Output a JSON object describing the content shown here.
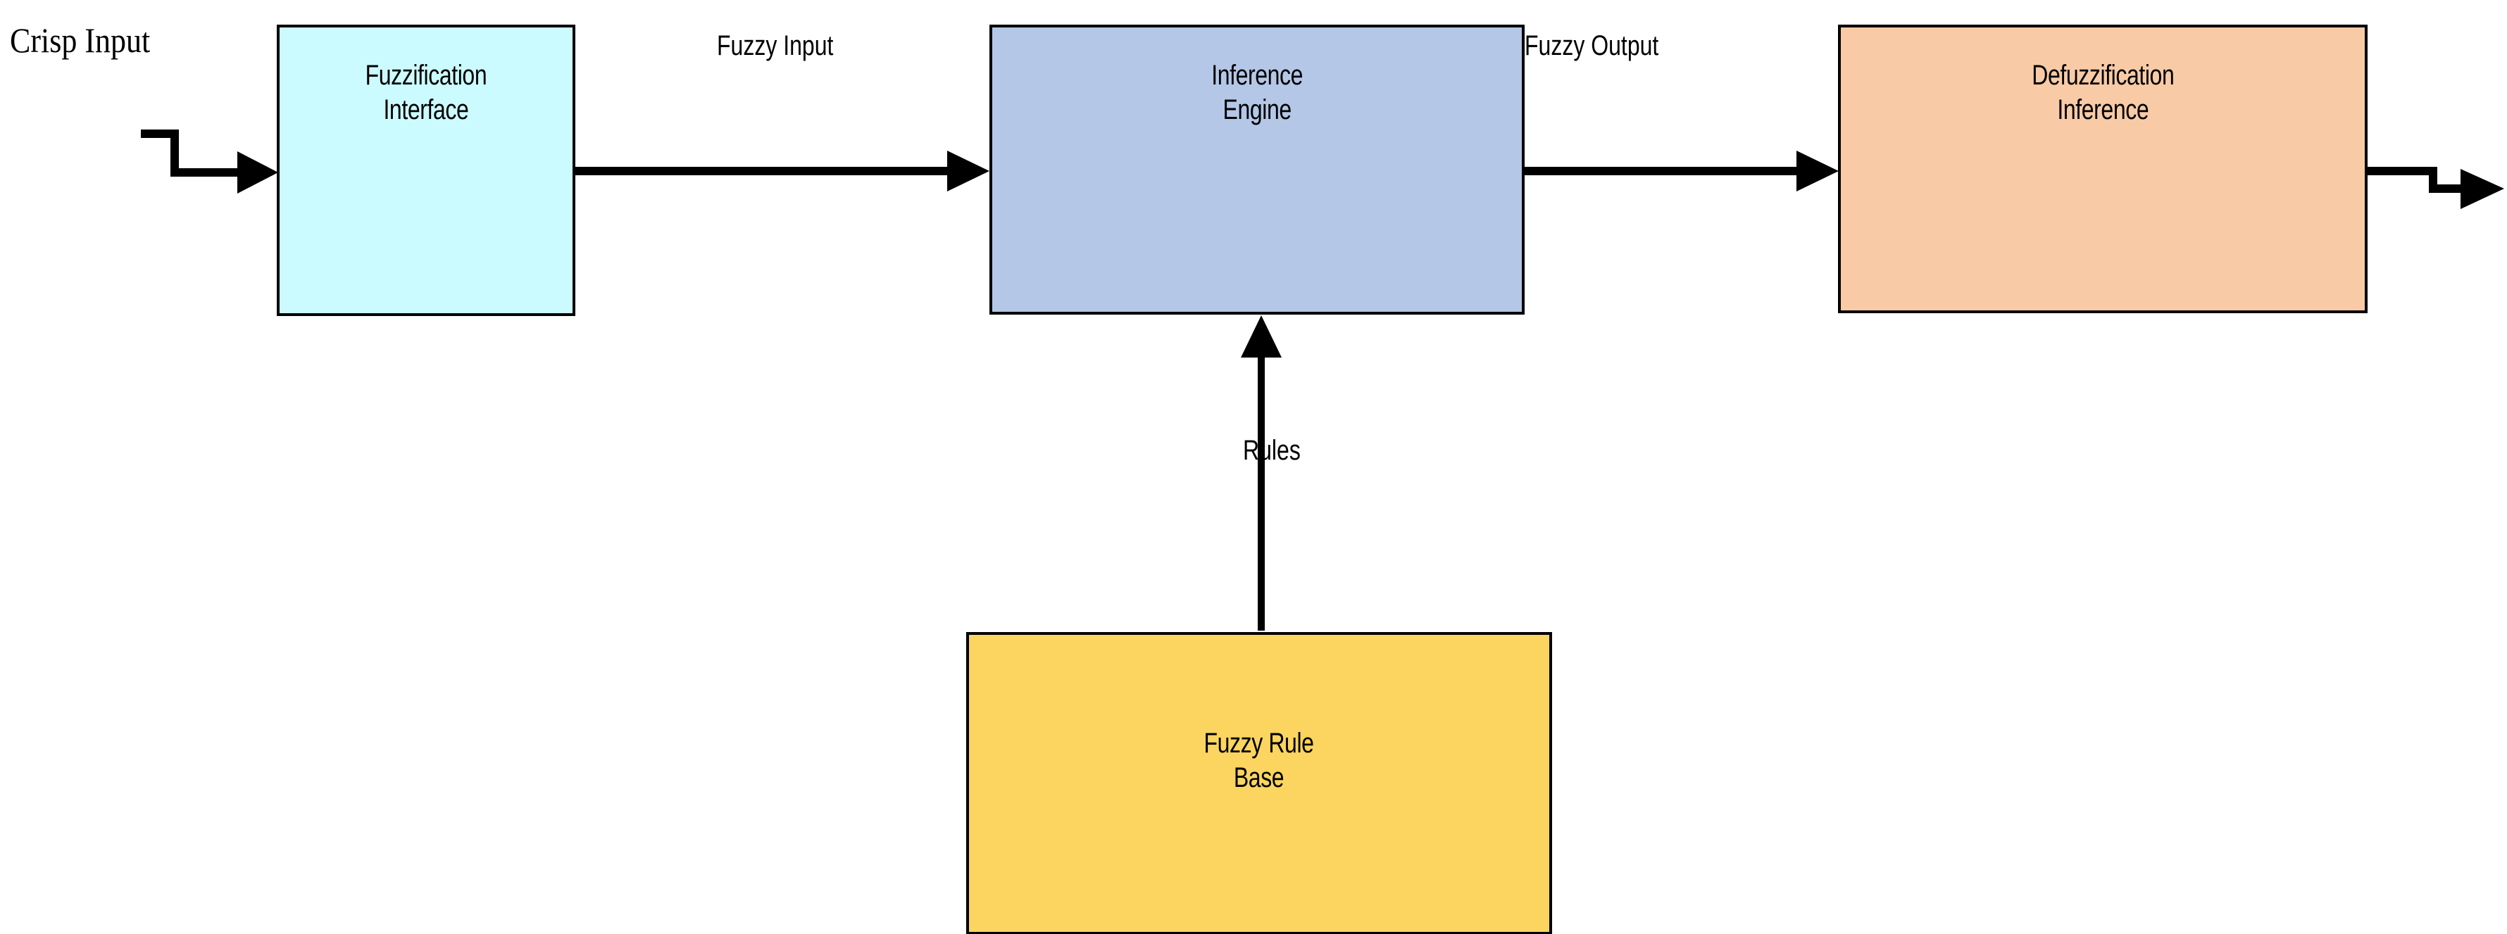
{
  "diagram": {
    "title": "Fuzzy Logic System Block Diagram",
    "background": "#ffffff",
    "stroke": "#000000",
    "nodes": [
      {
        "id": "fuzzification",
        "line1": "Fuzzification",
        "line2": "Interface",
        "color": "#ccfbff"
      },
      {
        "id": "inference",
        "line1": "Inference",
        "line2": "Engine",
        "color": "#b4c7e7"
      },
      {
        "id": "defuzzification",
        "line1": "Defuzzification",
        "line2": "Inference",
        "color": "#f8cba6"
      },
      {
        "id": "rulebase",
        "line1": "Fuzzy Rule",
        "line2": "Base",
        "color": "#fbd55f"
      }
    ],
    "edges": [
      {
        "id": "crisp-input",
        "label": "Crisp Input",
        "from": "external",
        "to": "fuzzification"
      },
      {
        "id": "fuzzy-input",
        "label": "Fuzzy Input",
        "from": "fuzzification",
        "to": "inference"
      },
      {
        "id": "fuzzy-output",
        "label": "Fuzzy Output",
        "from": "inference",
        "to": "defuzzification"
      },
      {
        "id": "rules",
        "label": "Rules",
        "from": "rulebase",
        "to": "inference"
      },
      {
        "id": "crisp-output",
        "label": "",
        "from": "defuzzification",
        "to": "external"
      }
    ]
  }
}
